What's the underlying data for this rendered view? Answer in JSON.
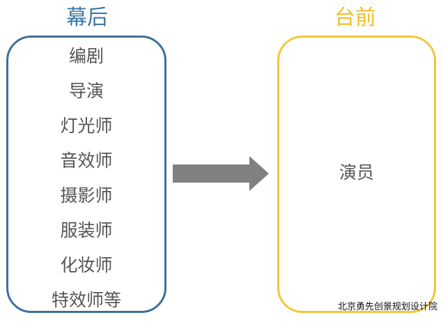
{
  "left_panel": {
    "title": "幕后",
    "items": [
      "编剧",
      "导演",
      "灯光师",
      "音效师",
      "摄影师",
      "服装师",
      "化妆师",
      "特效师等"
    ]
  },
  "right_panel": {
    "title": "台前",
    "items": [
      "演员"
    ]
  },
  "watermark": "北京勇先创景规划设计院",
  "colors": {
    "left_accent": "#3e6f98",
    "right_accent": "#f3c63c",
    "arrow": "#808080",
    "text": "#555555"
  }
}
